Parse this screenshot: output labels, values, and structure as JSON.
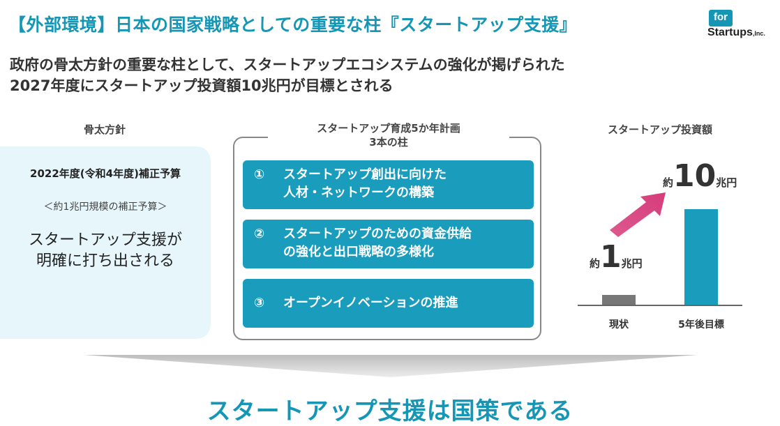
{
  "header": {
    "title": "【外部環境】日本の国家戦略としての重要な柱『スタートアップ支援』",
    "subtitle_line1": "政府の骨太方針の重要な柱として、スタートアップエコシステムの強化が掲げられた",
    "subtitle_line2": "2027年度にスタートアップ投資額10兆円が目標とされる"
  },
  "logo": {
    "box_text": "for",
    "name": "Startups",
    "suffix": ",Inc."
  },
  "left": {
    "heading": "骨太方針",
    "year": "2022年度(令和4年度)補正予算",
    "budget": "＜約1兆円規模の補正予算＞",
    "main_line1": "スタートアップ支援が",
    "main_line2": "明確に打ち出される"
  },
  "center": {
    "heading_line1": "スタートアップ育成5か年計画",
    "heading_line2": "3本の柱",
    "pillars": [
      {
        "num": "①",
        "line1": "スタートアップ創出に向けた",
        "line2": "人材・ネットワークの構築"
      },
      {
        "num": "②",
        "line1": "スタートアップのための資金供給",
        "line2": "の強化と出口戦略の多様化"
      },
      {
        "num": "③",
        "line1": "オープンイノベーションの推進",
        "line2": ""
      }
    ]
  },
  "chart_data": {
    "type": "bar",
    "title": "スタートアップ投資額",
    "categories": [
      "現状",
      "5年後目標"
    ],
    "values": [
      1,
      10
    ],
    "value_labels": [
      {
        "prefix": "約",
        "number": "1",
        "unit": "兆円"
      },
      {
        "prefix": "約",
        "number": "10",
        "unit": "兆円"
      }
    ],
    "colors": [
      "#777777",
      "#1a9dbc"
    ],
    "arrow_color": "#d63c7a"
  },
  "conclusion": "スタートアップ支援は国策である"
}
